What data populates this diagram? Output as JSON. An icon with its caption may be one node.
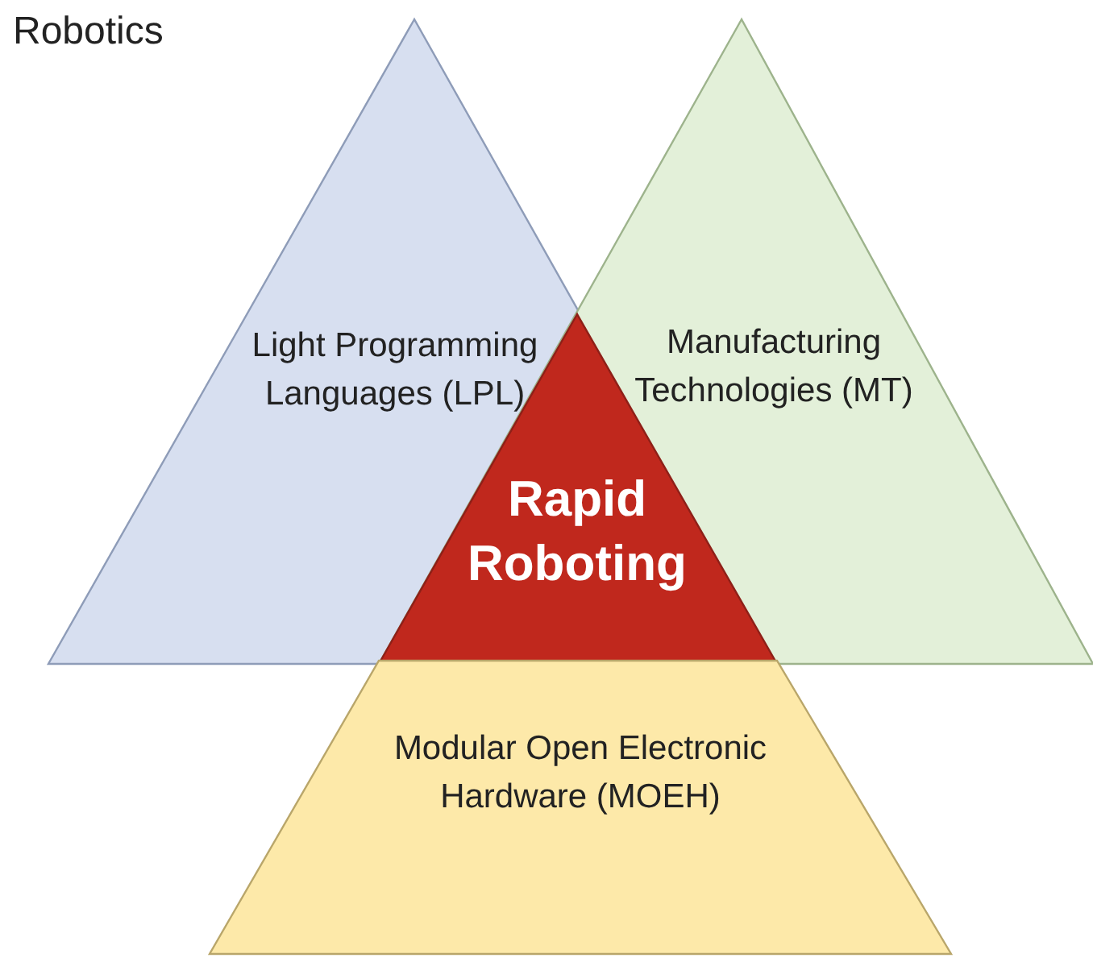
{
  "diagram": {
    "title": "Robotics",
    "nodes": [
      {
        "text": [
          "Light Programming Languages (LPL)"
        ]
      },
      {
        "text": [
          "Manufacturing Technologies (MT)"
        ]
      },
      {
        "text": [
          "Rapid Roboting"
        ]
      },
      {
        "text": [
          "Modular Open Electronic Hardware (MOEH)"
        ]
      }
    ],
    "edges": []
  }
}
